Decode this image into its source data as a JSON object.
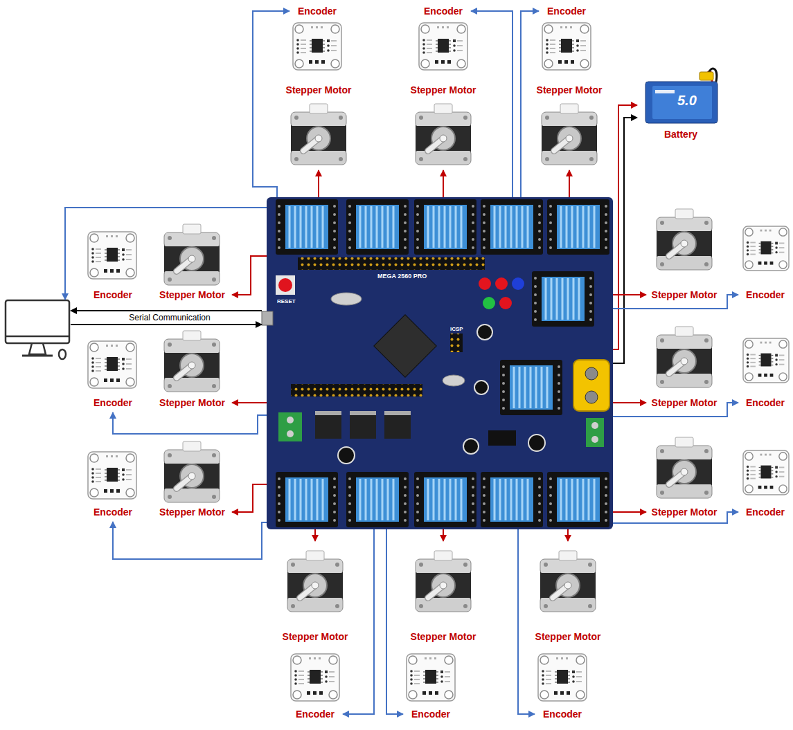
{
  "diagram": {
    "nodes": [
      {
        "text": [
          "Encoder"
        ]
      },
      {
        "text": [
          "Encoder"
        ]
      },
      {
        "text": [
          "Encoder"
        ]
      },
      {
        "text": [
          "Stepper Motor"
        ]
      },
      {
        "text": [
          "Stepper Motor"
        ]
      },
      {
        "text": [
          "Stepper Motor"
        ]
      },
      {
        "text": [
          "Battery"
        ]
      },
      {
        "text": [
          "MEGA 2560 PRO",
          "RESET",
          "ICSP"
        ]
      },
      {
        "text": [
          "Encoder"
        ]
      },
      {
        "text": [
          "Stepper Motor"
        ]
      },
      {
        "text": [
          "Stepper Motor"
        ]
      },
      {
        "text": [
          "Encoder"
        ]
      },
      {
        "text": [
          "Encoder"
        ]
      },
      {
        "text": [
          "Stepper Motor"
        ]
      },
      {
        "text": [
          "Stepper Motor"
        ]
      },
      {
        "text": [
          "Encoder"
        ]
      },
      {
        "text": [
          "Encoder"
        ]
      },
      {
        "text": [
          "Stepper Motor"
        ]
      },
      {
        "text": [
          "Stepper Motor"
        ]
      },
      {
        "text": [
          "Encoder"
        ]
      },
      {
        "text": [
          "Stepper Motor"
        ]
      },
      {
        "text": [
          "Stepper Motor"
        ]
      },
      {
        "text": [
          "Stepper Motor"
        ]
      },
      {
        "text": [
          "Encoder"
        ]
      },
      {
        "text": [
          "Encoder"
        ]
      },
      {
        "text": [
          "Encoder"
        ]
      }
    ],
    "edges": [
      {
        "from": 7,
        "to": 0,
        "arrow": "to"
      },
      {
        "from": 7,
        "to": 1,
        "arrow": "to"
      },
      {
        "from": 7,
        "to": 2,
        "arrow": "to"
      },
      {
        "from": 7,
        "to": 3,
        "arrow": "to"
      },
      {
        "from": 7,
        "to": 4,
        "arrow": "to"
      },
      {
        "from": 7,
        "to": 5,
        "arrow": "to"
      },
      {
        "from": 7,
        "to": 6,
        "arrow": "to"
      },
      {
        "from": 7,
        "to": 6,
        "arrow": "to"
      },
      {
        "from": 7,
        "to": 9,
        "arrow": "to"
      },
      {
        "from": 7,
        "to": 10,
        "arrow": "to"
      },
      {
        "from": 7,
        "to": 11,
        "arrow": "to"
      },
      {
        "from": 7,
        "to": 13,
        "arrow": "to"
      },
      {
        "from": 7,
        "to": 12,
        "arrow": "to"
      },
      {
        "from": 7,
        "to": 14,
        "arrow": "to"
      },
      {
        "from": 7,
        "to": 15,
        "arrow": "to"
      },
      {
        "from": 7,
        "to": 17,
        "arrow": "to"
      },
      {
        "from": 7,
        "to": 16,
        "arrow": "to"
      },
      {
        "from": 7,
        "to": 18,
        "arrow": "to"
      },
      {
        "from": 7,
        "to": 19,
        "arrow": "to"
      },
      {
        "from": 7,
        "to": 20,
        "arrow": "to"
      },
      {
        "from": 7,
        "to": 21,
        "arrow": "to"
      },
      {
        "from": 7,
        "to": 22,
        "arrow": "to"
      },
      {
        "from": 7,
        "to": 23,
        "arrow": "to"
      },
      {
        "from": 7,
        "to": 24,
        "arrow": "to"
      },
      {
        "from": 7,
        "to": 25,
        "arrow": "to"
      }
    ],
    "labels": [
      "Serial Communication",
      "5.0"
    ]
  }
}
